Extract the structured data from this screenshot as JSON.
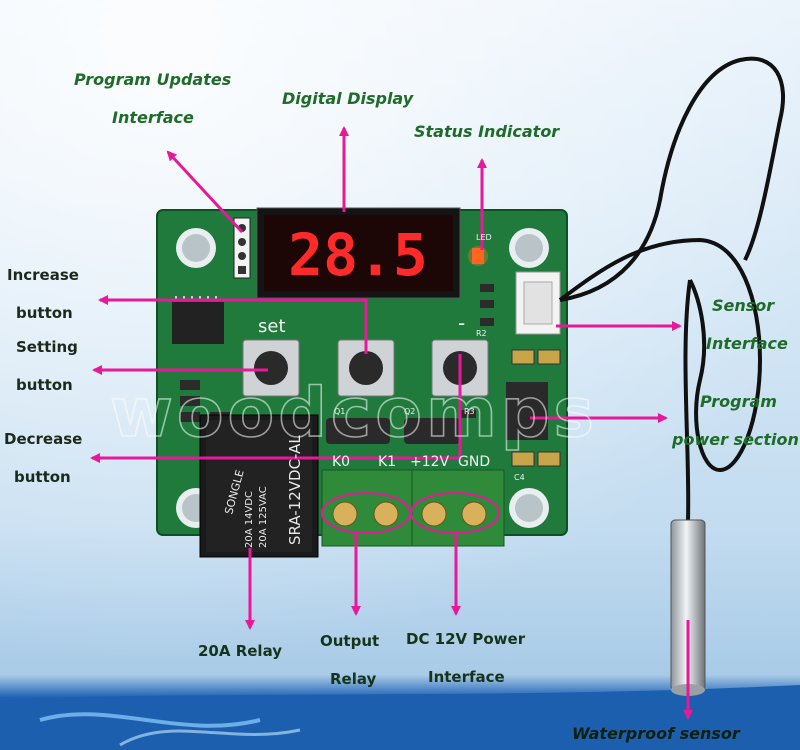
{
  "labels": {
    "program_updates": [
      "Program Updates",
      "Interface"
    ],
    "digital_display": "Digital Display",
    "status_indicator": "Status Indicator",
    "increase": [
      "Increase",
      "button"
    ],
    "setting": [
      "Setting",
      "button"
    ],
    "decrease": [
      "Decrease",
      "button"
    ],
    "sensor": [
      "Sensor",
      "Interface"
    ],
    "program_power": [
      "Program",
      "power section"
    ],
    "relay_20a": "20A Relay",
    "output_relay": [
      "Output",
      "Relay"
    ],
    "dc_power": [
      "DC 12V Power",
      "Interface"
    ],
    "waterproof": "Waterproof sensor"
  },
  "board": {
    "display_digits": "28.5",
    "set_label": "set",
    "minus_label": "-",
    "terminal_labels": [
      "K0",
      "K1",
      "+12V",
      "GND"
    ],
    "relay_text": "SRA-12VDC-AL",
    "relay_brand": "SONGLE",
    "relay_rating_1": "20A 14VDC",
    "relay_rating_2": "20A 125VAC",
    "q_labels": [
      "Q1",
      "Q2"
    ],
    "r_labels": [
      "R3",
      "R2"
    ],
    "c_label": "C4",
    "led_label": "LED"
  },
  "colors": {
    "arrow": "#e8189a",
    "label_green": "#1f6b2a",
    "pcb": "#1f7a3c",
    "digit_red": "#ff2b2b"
  },
  "watermark": "woodcomps"
}
